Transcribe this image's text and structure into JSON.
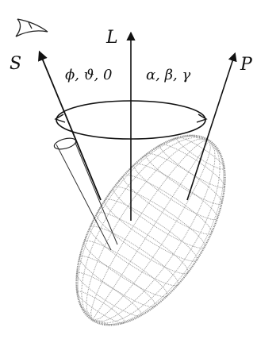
{
  "labels": {
    "L": "L",
    "S": "S",
    "P": "P",
    "angles_left": "ϕ, ϑ, 0",
    "angles_right": "α, β, γ"
  },
  "colors": {
    "ink": "#111111",
    "mesh": "#9a9a9a",
    "background": "#ffffff"
  },
  "icons": {
    "observer": "eye-icon"
  }
}
